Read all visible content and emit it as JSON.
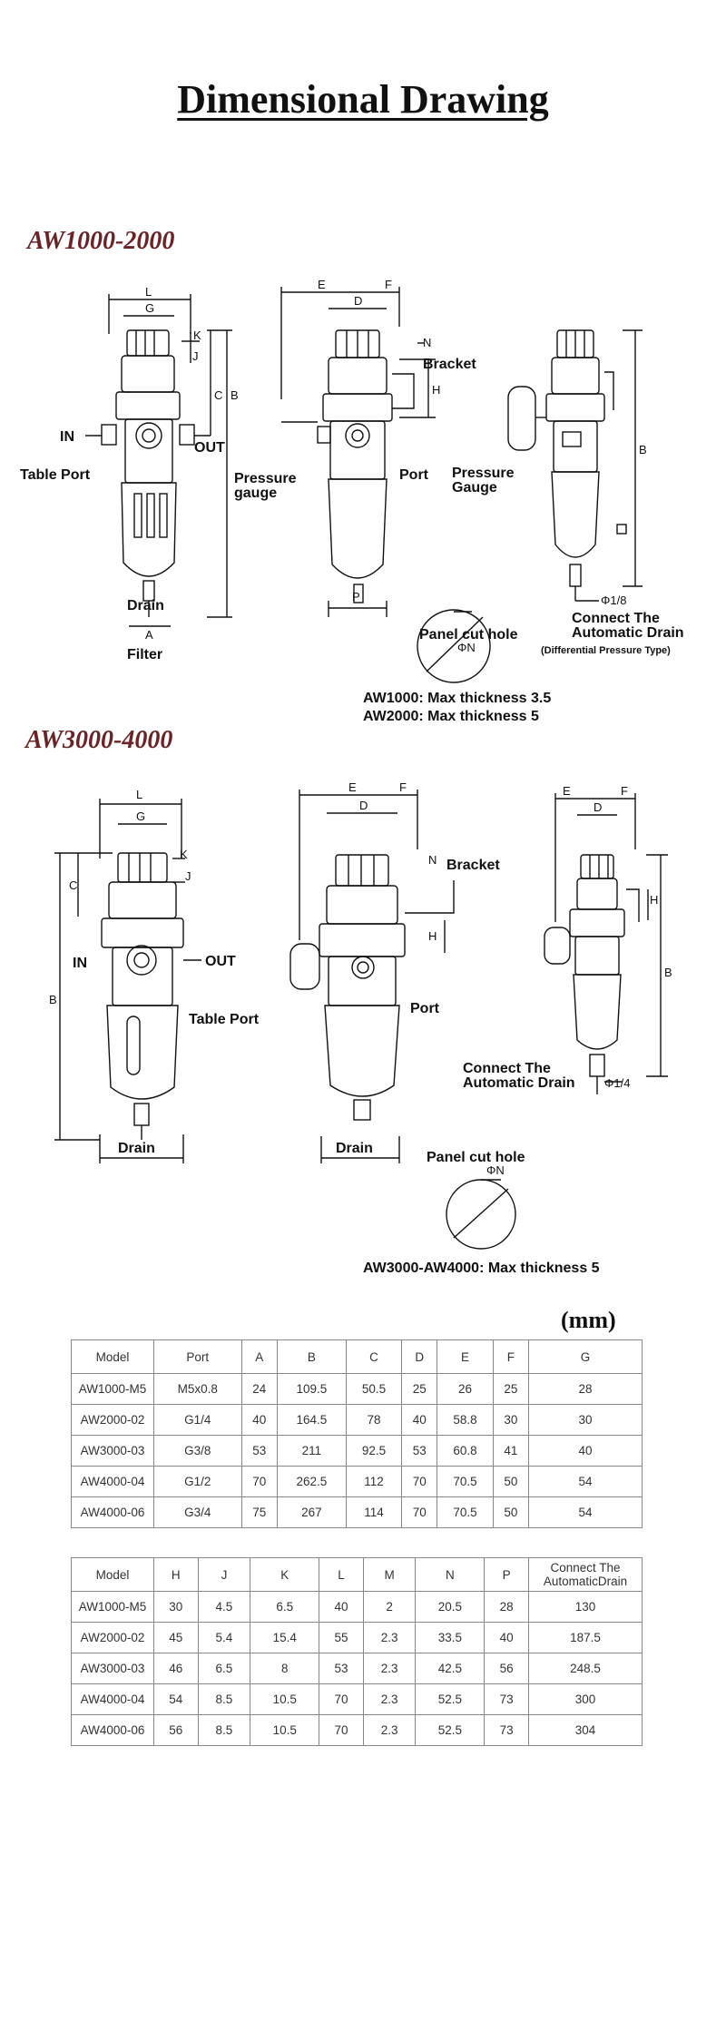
{
  "title": "Dimensional Drawing",
  "section1": {
    "heading": "AW1000-2000",
    "labels": {
      "in": "IN",
      "out": "OUT",
      "table_port": "Table Port",
      "drain": "Drain",
      "filter": "Filter",
      "bracket": "Bracket",
      "pressure_gauge_1": "Pressure\ngauge",
      "pressure_gauge_2": "Pressure\nGauge",
      "port": "Port",
      "phi18": "Φ1/8",
      "connect_drain": "Connect The\nAutomatic Drain",
      "differential": "(Differential Pressure Type)",
      "panel_cut_hole": "Panel cut hole",
      "phin": "ΦN",
      "thickness_1": "AW1000: Max thickness 3.5",
      "thickness_2": "AW2000: Max thickness 5"
    },
    "dims": {
      "L": "L",
      "G": "G",
      "K": "K",
      "J": "J",
      "C": "C",
      "B": "B",
      "A": "A",
      "E": "E",
      "F": "F",
      "D": "D",
      "N": "N",
      "H": "H",
      "P": "P"
    }
  },
  "section2": {
    "heading": "AW3000-4000",
    "labels": {
      "in": "IN",
      "out": "OUT",
      "table_port": "Table Port",
      "drain": "Drain",
      "bracket": "Bracket",
      "port": "Port",
      "connect_drain": "Connect The\nAutomatic Drain",
      "phi14": "Φ1/4",
      "panel_cut_hole": "Panel cut hole",
      "phin": "ΦN",
      "thickness": "AW3000-AW4000: Max thickness 5"
    }
  },
  "unit": "(mm)",
  "table1": {
    "headers": [
      "Model",
      "Port",
      "A",
      "B",
      "C",
      "D",
      "E",
      "F",
      "G"
    ],
    "rows": [
      [
        "AW1000-M5",
        "M5x0.8",
        "24",
        "109.5",
        "50.5",
        "25",
        "26",
        "25",
        "28"
      ],
      [
        "AW2000-02",
        "G1/4",
        "40",
        "164.5",
        "78",
        "40",
        "58.8",
        "30",
        "30"
      ],
      [
        "AW3000-03",
        "G3/8",
        "53",
        "211",
        "92.5",
        "53",
        "60.8",
        "41",
        "40"
      ],
      [
        "AW4000-04",
        "G1/2",
        "70",
        "262.5",
        "112",
        "70",
        "70.5",
        "50",
        "54"
      ],
      [
        "AW4000-06",
        "G3/4",
        "75",
        "267",
        "114",
        "70",
        "70.5",
        "50",
        "54"
      ]
    ]
  },
  "table2": {
    "headers": [
      "Model",
      "H",
      "J",
      "K",
      "L",
      "M",
      "N",
      "P",
      "Connect The\nAutomaticDrain"
    ],
    "rows": [
      [
        "AW1000-M5",
        "30",
        "4.5",
        "6.5",
        "40",
        "2",
        "20.5",
        "28",
        "130"
      ],
      [
        "AW2000-02",
        "45",
        "5.4",
        "15.4",
        "55",
        "2.3",
        "33.5",
        "40",
        "187.5"
      ],
      [
        "AW3000-03",
        "46",
        "6.5",
        "8",
        "53",
        "2.3",
        "42.5",
        "56",
        "248.5"
      ],
      [
        "AW4000-04",
        "54",
        "8.5",
        "10.5",
        "70",
        "2.3",
        "52.5",
        "73",
        "300"
      ],
      [
        "AW4000-06",
        "56",
        "8.5",
        "10.5",
        "70",
        "2.3",
        "52.5",
        "73",
        "304"
      ]
    ]
  }
}
